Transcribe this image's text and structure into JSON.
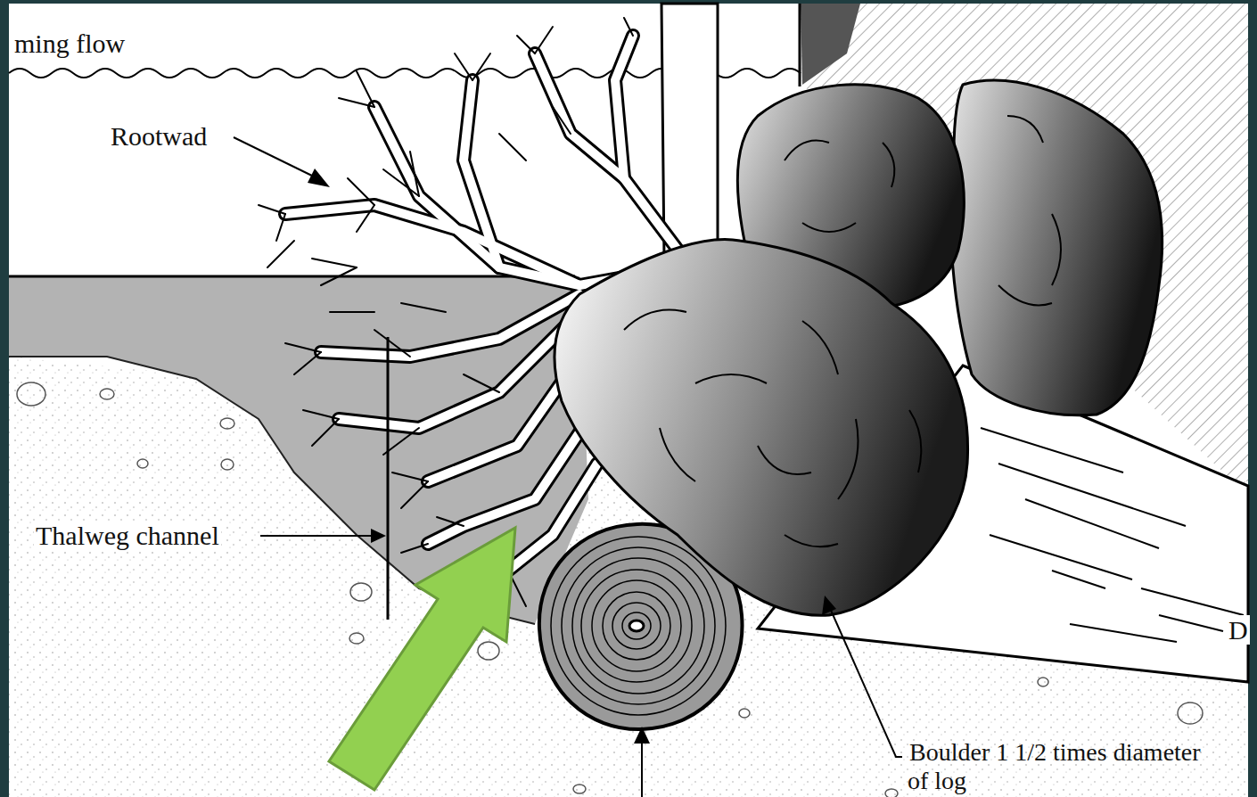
{
  "diagram": {
    "labels": [
      "ming flow",
      "Rootwad",
      "Thalweg channel",
      "Boulder 1 1/2 times diameter of log",
      "D"
    ]
  }
}
